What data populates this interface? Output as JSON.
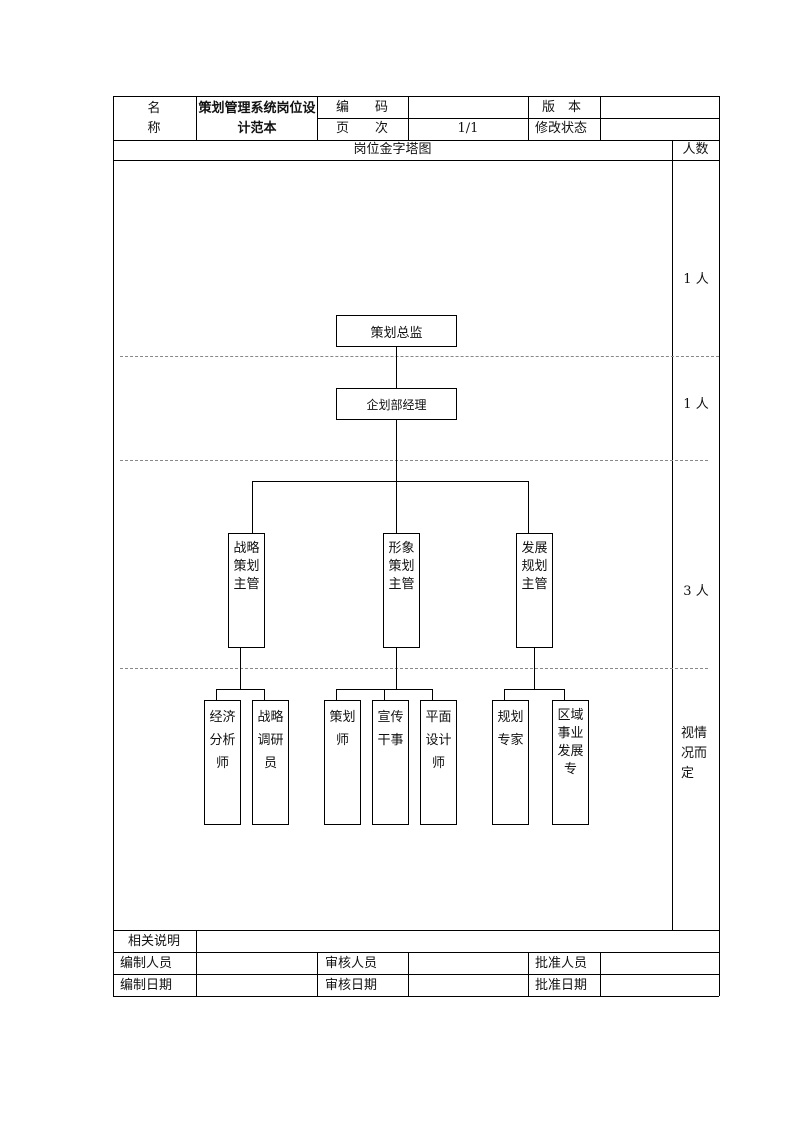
{
  "header": {
    "name_label": "名称",
    "doc_title": "策划管理系统岗位设计范本",
    "code_label": "编　　码",
    "code_value": "",
    "version_label": "版　本",
    "version_value": "",
    "page_label": "页　　次",
    "page_value": "1/1",
    "revision_label": "修改状态",
    "revision_value": ""
  },
  "pyramid": {
    "heading": "岗位金字塔图",
    "count_heading": "人数",
    "levels": [
      {
        "count": "1 人"
      },
      {
        "count": "1 人"
      },
      {
        "count": "3 人"
      },
      {
        "count": "视情况而定"
      }
    ],
    "director": "策划总监",
    "manager": "企划部经理",
    "supervisors": [
      "战略策划主管",
      "形象策划主管",
      "发展规划主管"
    ],
    "staff": [
      "经济分析师",
      "战略调研员",
      "策划师",
      "宣传干事",
      "平面设计师",
      "规划专家",
      "区域事业发展专"
    ]
  },
  "footer": {
    "notes_label": "相关说明",
    "notes_value": "",
    "editor_label": "编制人员",
    "editor_value": "",
    "reviewer_label": "审核人员",
    "reviewer_value": "",
    "approver_label": "批准人员",
    "approver_value": "",
    "edit_date_label": "编制日期",
    "edit_date_value": "",
    "review_date_label": "审核日期",
    "review_date_value": "",
    "approve_date_label": "批准日期",
    "approve_date_value": ""
  }
}
